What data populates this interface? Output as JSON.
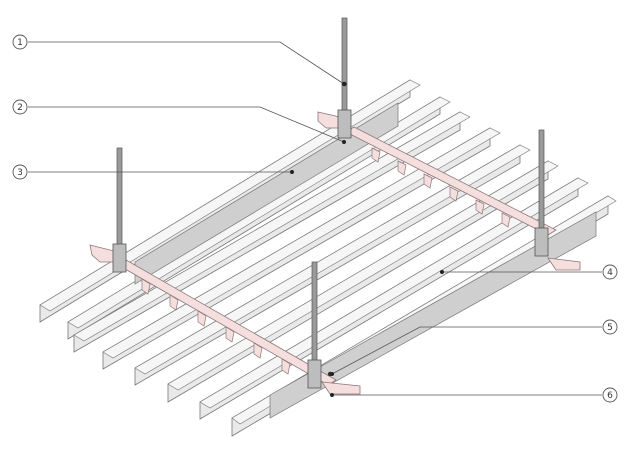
{
  "diagram": {
    "callouts": [
      {
        "id": "c1",
        "label": "1"
      },
      {
        "id": "c2",
        "label": "2"
      },
      {
        "id": "c3",
        "label": "3"
      },
      {
        "id": "c4",
        "label": "4"
      },
      {
        "id": "c5",
        "label": "5"
      },
      {
        "id": "c6",
        "label": "6"
      }
    ],
    "colors": {
      "panel_light": "#ececec",
      "panel_mid": "#d7d7d7",
      "panel_shadow": "#b8b8b8",
      "carrier": "#f4dede",
      "carrier_stroke": "#8e7777",
      "line": "#555555",
      "rod": "#666666"
    }
  }
}
